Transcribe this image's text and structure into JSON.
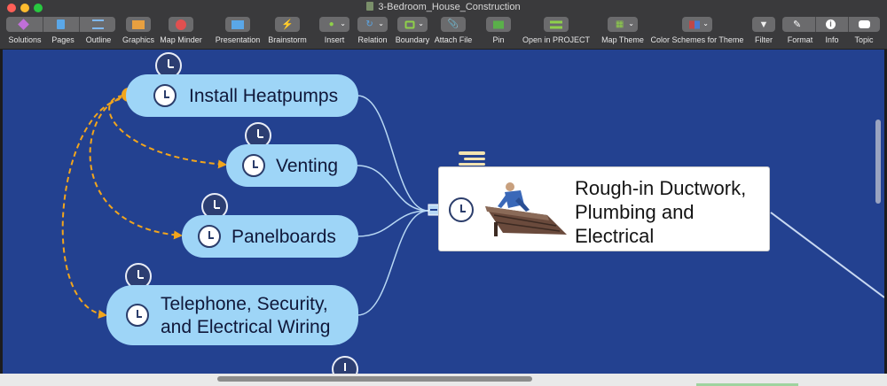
{
  "window": {
    "title": "3-Bedroom_House_Construction"
  },
  "toolbar": {
    "solutions": "Solutions",
    "pages": "Pages",
    "outline": "Outline",
    "graphics": "Graphics",
    "map_minder": "Map Minder",
    "presentation": "Presentation",
    "brainstorm": "Brainstorm",
    "insert": "Insert",
    "relation": "Relation",
    "boundary": "Boundary",
    "attach_file": "Attach File",
    "pin": "Pin",
    "open_in_project": "Open in PROJECT",
    "map_theme": "Map Theme",
    "color_schemes": "Color Schemes for Theme",
    "filter": "Filter",
    "format": "Format",
    "info": "Info",
    "topic": "Topic"
  },
  "map": {
    "central_topic": {
      "line1": "Rough-in Ductwork,",
      "line2": "Plumbing and",
      "line3": "Electrical"
    },
    "subtopics": [
      {
        "label": "Install Heatpumps"
      },
      {
        "label": "Venting"
      },
      {
        "label": "Panelboards"
      },
      {
        "line1": "Telephone, Security,",
        "line2": "and Electrical Wiring"
      }
    ]
  },
  "colors": {
    "canvas": "#234190",
    "topic_fill": "#9ed5f7",
    "dependency_arrow": "#f2a51c",
    "connector": "#b8d8f4",
    "toolbar": "#3a3a3c"
  }
}
